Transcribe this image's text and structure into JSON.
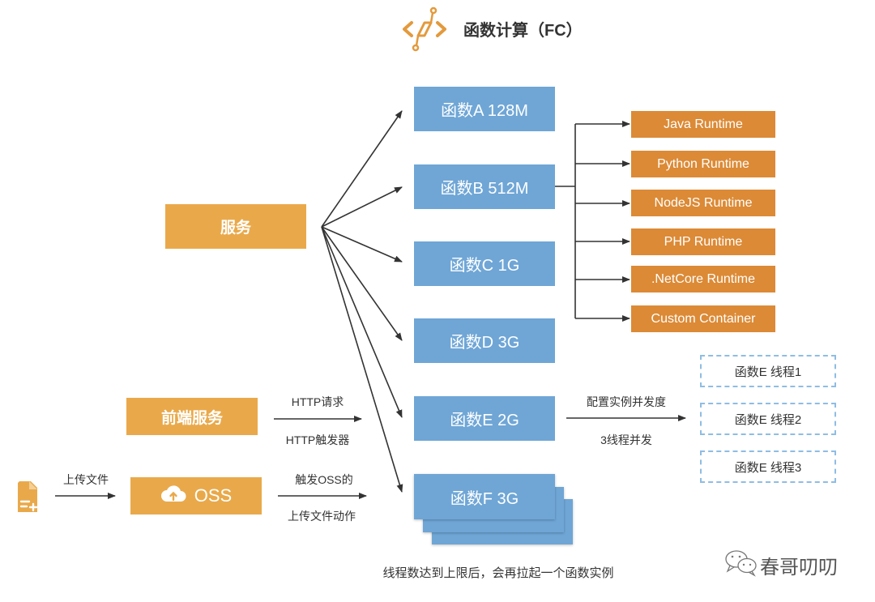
{
  "header": {
    "title": "函数计算（FC）",
    "logo_icon": "function-compute-logo-icon"
  },
  "sources": {
    "service": "服务",
    "frontend_service": "前端服务",
    "oss": "OSS",
    "oss_icon": "cloud-upload-icon",
    "file_icon": "file-add-icon"
  },
  "functions": [
    {
      "id": "A",
      "label": "函数A 128M"
    },
    {
      "id": "B",
      "label": "函数B 512M"
    },
    {
      "id": "C",
      "label": "函数C 1G"
    },
    {
      "id": "D",
      "label": "函数D 3G"
    },
    {
      "id": "E",
      "label": "函数E 2G"
    },
    {
      "id": "F",
      "label": "函数F 3G"
    }
  ],
  "runtimes": [
    "Java Runtime",
    "Python Runtime",
    "NodeJS Runtime",
    "PHP Runtime",
    ".NetCore Runtime",
    "Custom Container"
  ],
  "threads": [
    "函数E 线程1",
    "函数E 线程2",
    "函数E 线程3"
  ],
  "edge_labels": {
    "http_request": "HTTP请求",
    "http_trigger": "HTTP触发器",
    "upload_file": "上传文件",
    "oss_trigger_top": "触发OSS的",
    "oss_trigger_bottom": "上传文件动作",
    "concurrency_top": "配置实例并发度",
    "concurrency_bottom": "3线程并发"
  },
  "footnote": "线程数达到上限后，会再拉起一个函数实例",
  "watermark": "春哥叨叨",
  "colors": {
    "function_blue": "#6fa6d6",
    "service_orange": "#e9a94a",
    "runtime_orange": "#dc8a36",
    "thread_dash": "#8fbde3",
    "arrow": "#333333"
  }
}
